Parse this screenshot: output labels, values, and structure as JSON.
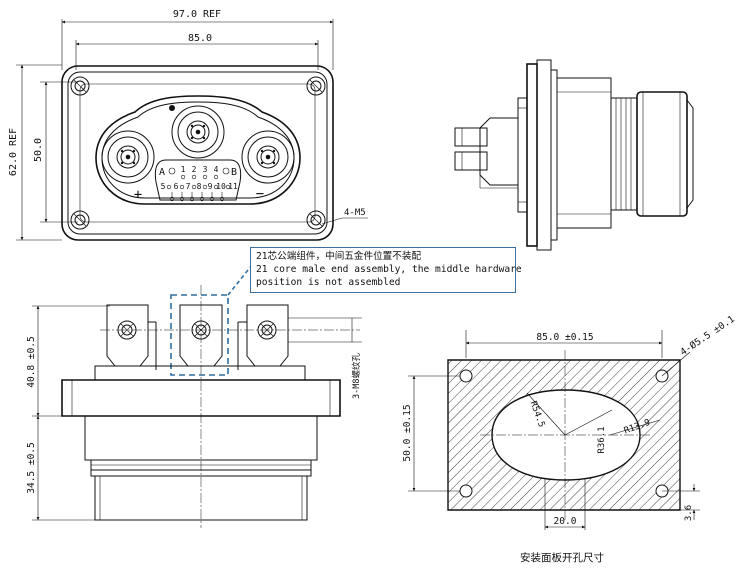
{
  "front_view": {
    "dim_width_ref": "97.0 REF",
    "dim_width": "85.0",
    "dim_height_ref": "62.0 REF",
    "dim_height": "50.0",
    "mount_holes_label": "4-M5",
    "label_a": "A",
    "label_b": "B",
    "plus": "+",
    "minus": "−",
    "pin_top": [
      "1",
      "2",
      "3",
      "4"
    ],
    "pin_mid": [
      "5",
      "6",
      "7",
      "8",
      "9",
      "10",
      "11"
    ]
  },
  "callout": {
    "line1": "21芯公端组件，中间五金件位置不装配",
    "line2": "21 core male end assembly, the middle hardware",
    "line3": "position is not assembled"
  },
  "bottom_view": {
    "dim_top": "40.8 ±0.5",
    "dim_bottom": "34.5 ±0.5",
    "thread_label": "3-M8螺纹孔"
  },
  "panel_cutout": {
    "dim_width": "85.0 ±0.15",
    "dim_height": "50.0 ±0.15",
    "holes_label": "4-Ø5.5 ±0.1",
    "r_large": "R54.5",
    "r_mid": "R36.1",
    "r_small": "R13.9",
    "dim_center": "20.0",
    "dim_offset": "3.6",
    "caption": "安装面板开孔尺寸"
  }
}
